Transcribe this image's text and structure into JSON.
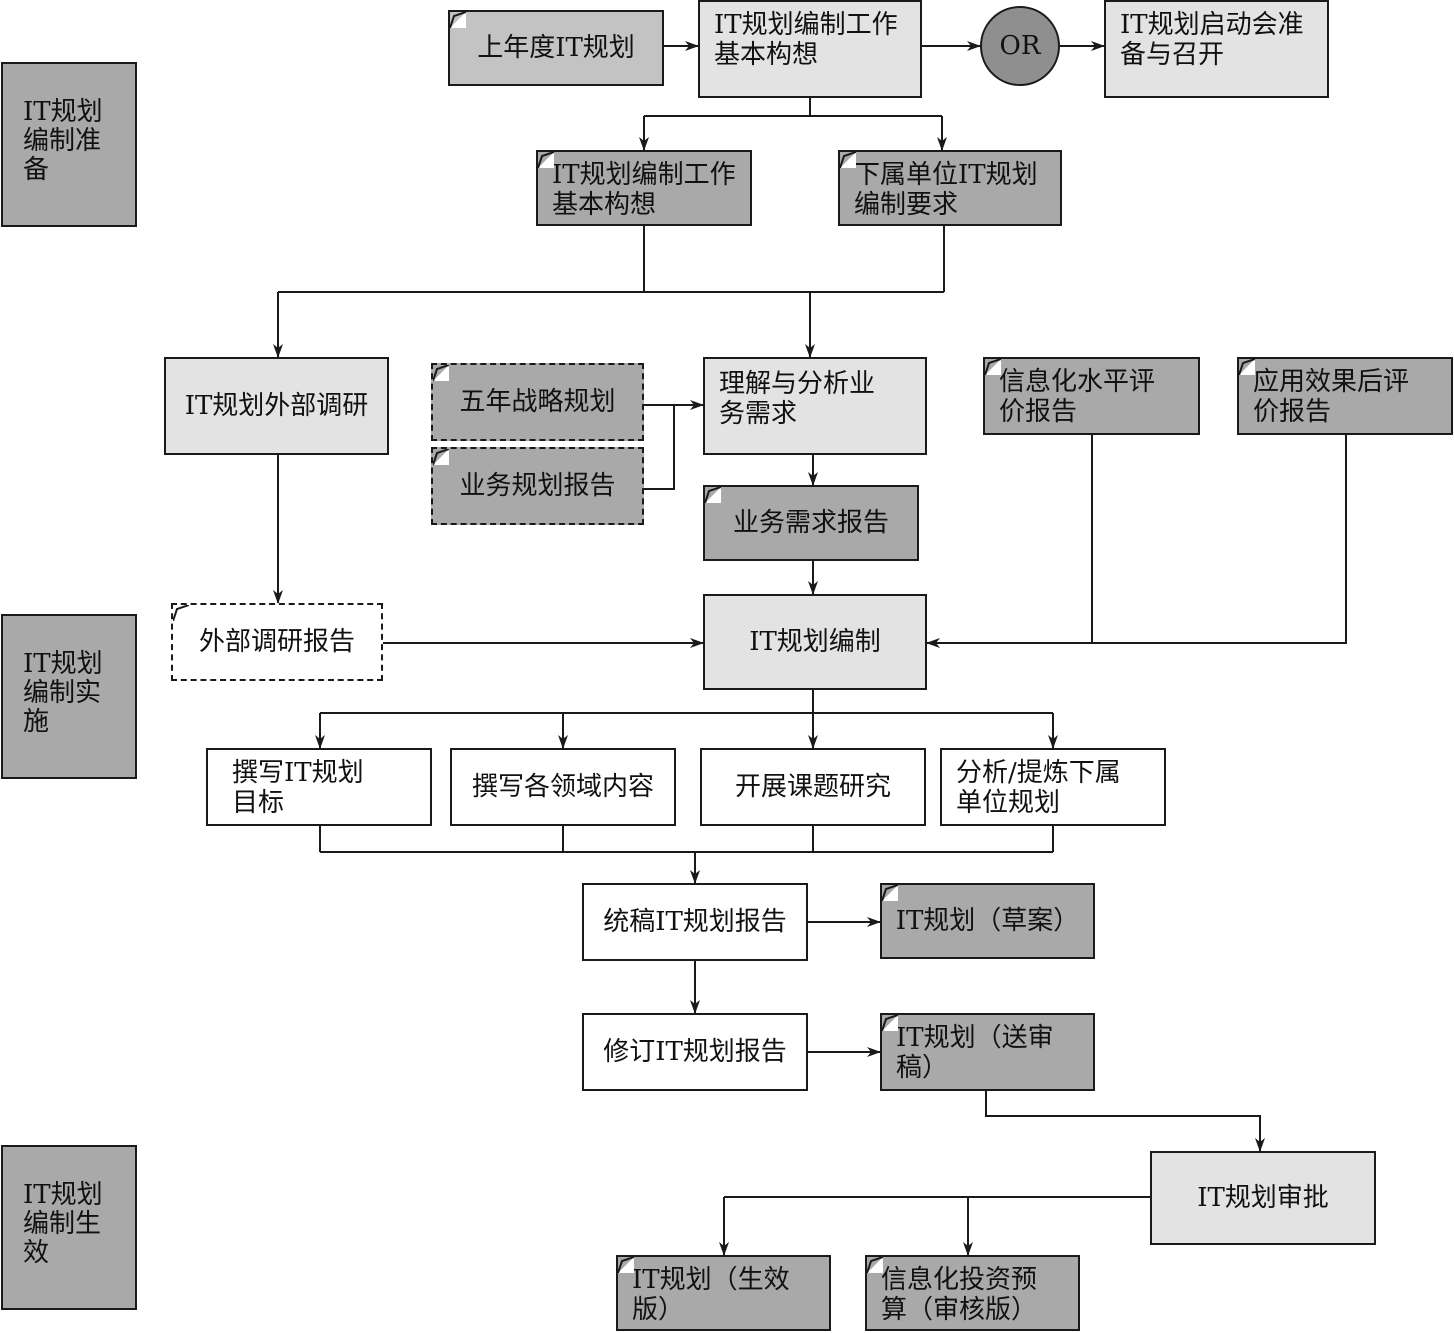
{
  "phases": [
    {
      "id": "p1",
      "label": "IT规划\n编制准\n备"
    },
    {
      "id": "p2",
      "label": "IT规划\n编制实\n施"
    },
    {
      "id": "p3",
      "label": "IT规划\n编制生\n效"
    }
  ],
  "nodes": {
    "n1": "上年度IT规划",
    "n2": "IT规划编制工作\n基本构想",
    "n3": "OR",
    "n4": "IT规划启动会准\n备与召开",
    "n5": "IT规划编制工作\n基本构想",
    "n6": "下属单位IT规划\n编制要求",
    "n7": "IT规划外部调研",
    "n8": "五年战略规划",
    "n9": "业务规划报告",
    "n10": "理解与分析业\n务需求",
    "n11": "信息化水平评\n价报告",
    "n12": "应用效果后评\n价报告",
    "n13": "业务需求报告",
    "n14": "外部调研报告",
    "n15": "IT规划编制",
    "n16": "撰写IT规划\n目标",
    "n17": "撰写各领域内容",
    "n18": "开展课题研究",
    "n19": "分析/提炼下属\n单位规划",
    "n20": "统稿IT规划报告",
    "n21": "IT规划（草案）",
    "n22": "修订IT规划报告",
    "n23": "IT规划（送审\n稿）",
    "n24": "IT规划审批",
    "n25": "IT规划（生效\n版）",
    "n26": "信息化投资预\n算（审核版）"
  },
  "colors": {
    "stroke": "#1a1a1a",
    "fill_white": "#ffffff",
    "fill_light": "#e3e3e3",
    "fill_mid": "#c3c3c3",
    "fill_dark": "#a9a9a9",
    "fill_or": "#8f8f8f"
  }
}
